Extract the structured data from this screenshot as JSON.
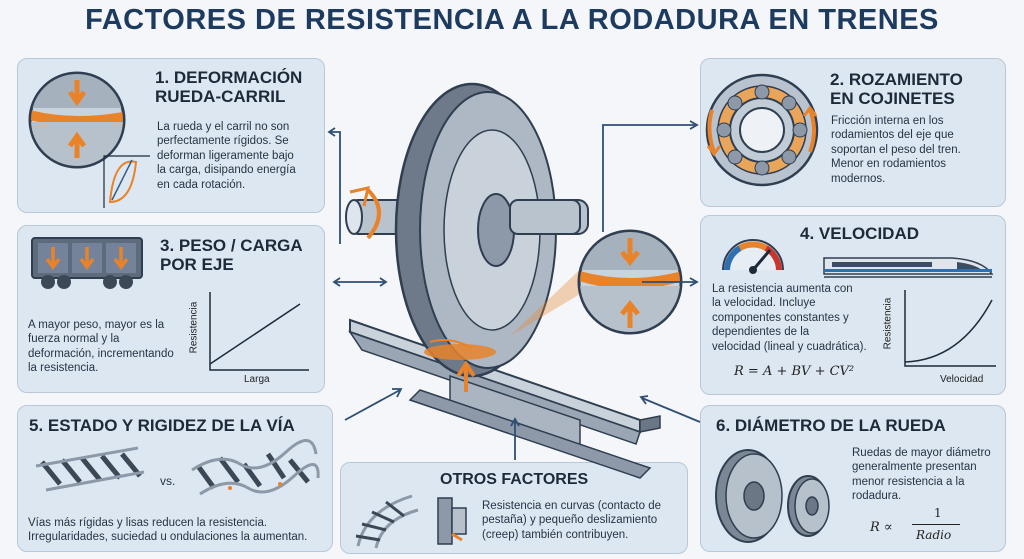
{
  "title": "FACTORES DE RESISTENCIA A LA RODADURA EN TRENES",
  "panels": {
    "p1": {
      "heading": [
        "1. DEFORMACIÓN",
        "RUEDA-CARRIL"
      ],
      "text": [
        "La rueda y el carril no son",
        "perfectamente rígidos. Se",
        "deforman ligeramente bajo",
        "la carga, disipando energía",
        "en cada rotación."
      ]
    },
    "p2": {
      "heading": [
        "2. ROZAMIENTO",
        "EN COJINETES"
      ],
      "text": [
        "Fricción interna en los",
        "rodamientos del eje que",
        "soportan el peso del tren.",
        "Menor en rodamientos",
        "modernos."
      ]
    },
    "p3": {
      "heading": [
        "3. PESO / CARGA",
        "POR EJE"
      ],
      "text": [
        "A mayor peso, mayor es la",
        "fuerza normal y la",
        "deformación, incrementando",
        "la resistencia."
      ],
      "ylabel": "Resistencia",
      "xlabel": "Larga"
    },
    "p4": {
      "heading": "4. VELOCIDAD",
      "text": [
        "La resistencia aumenta con",
        "la velocidad. Incluye",
        "componentes constantes y",
        "dependientes de la",
        "velocidad (lineal y cuadrática)."
      ],
      "formula": "R = A + BV + CV²",
      "ylabel": "Resistencia",
      "xlabel": "Velocidad"
    },
    "p5": {
      "heading": "5. ESTADO Y RIGIDEZ DE LA VÍA",
      "vs": "vs.",
      "text": [
        "Vías más rígidas y lisas reducen la resistencia.",
        "Irregularidades, suciedad u ondulaciones la aumentan."
      ]
    },
    "p6": {
      "heading": "6. DIÁMETRO DE LA RUEDA",
      "text": [
        "Ruedas de mayor diámetro",
        "generalmente presentan",
        "menor resistencia a la",
        "rodadura."
      ],
      "formula_lhs": "R ∝",
      "formula_num": "1",
      "formula_den": "Radio"
    },
    "other": {
      "heading": "OTROS FACTORES",
      "text": [
        "Resistencia en curvas (contacto de",
        "pestaña) y pequeño deslizamiento",
        "(creep) también contribuyen."
      ]
    }
  },
  "colors": {
    "panel_bg": "#dde7f1",
    "title": "#1d3b5f",
    "accent_orange": "#e8832a",
    "steel": "#8d99a8",
    "arrow_blue": "#2f4f73"
  }
}
